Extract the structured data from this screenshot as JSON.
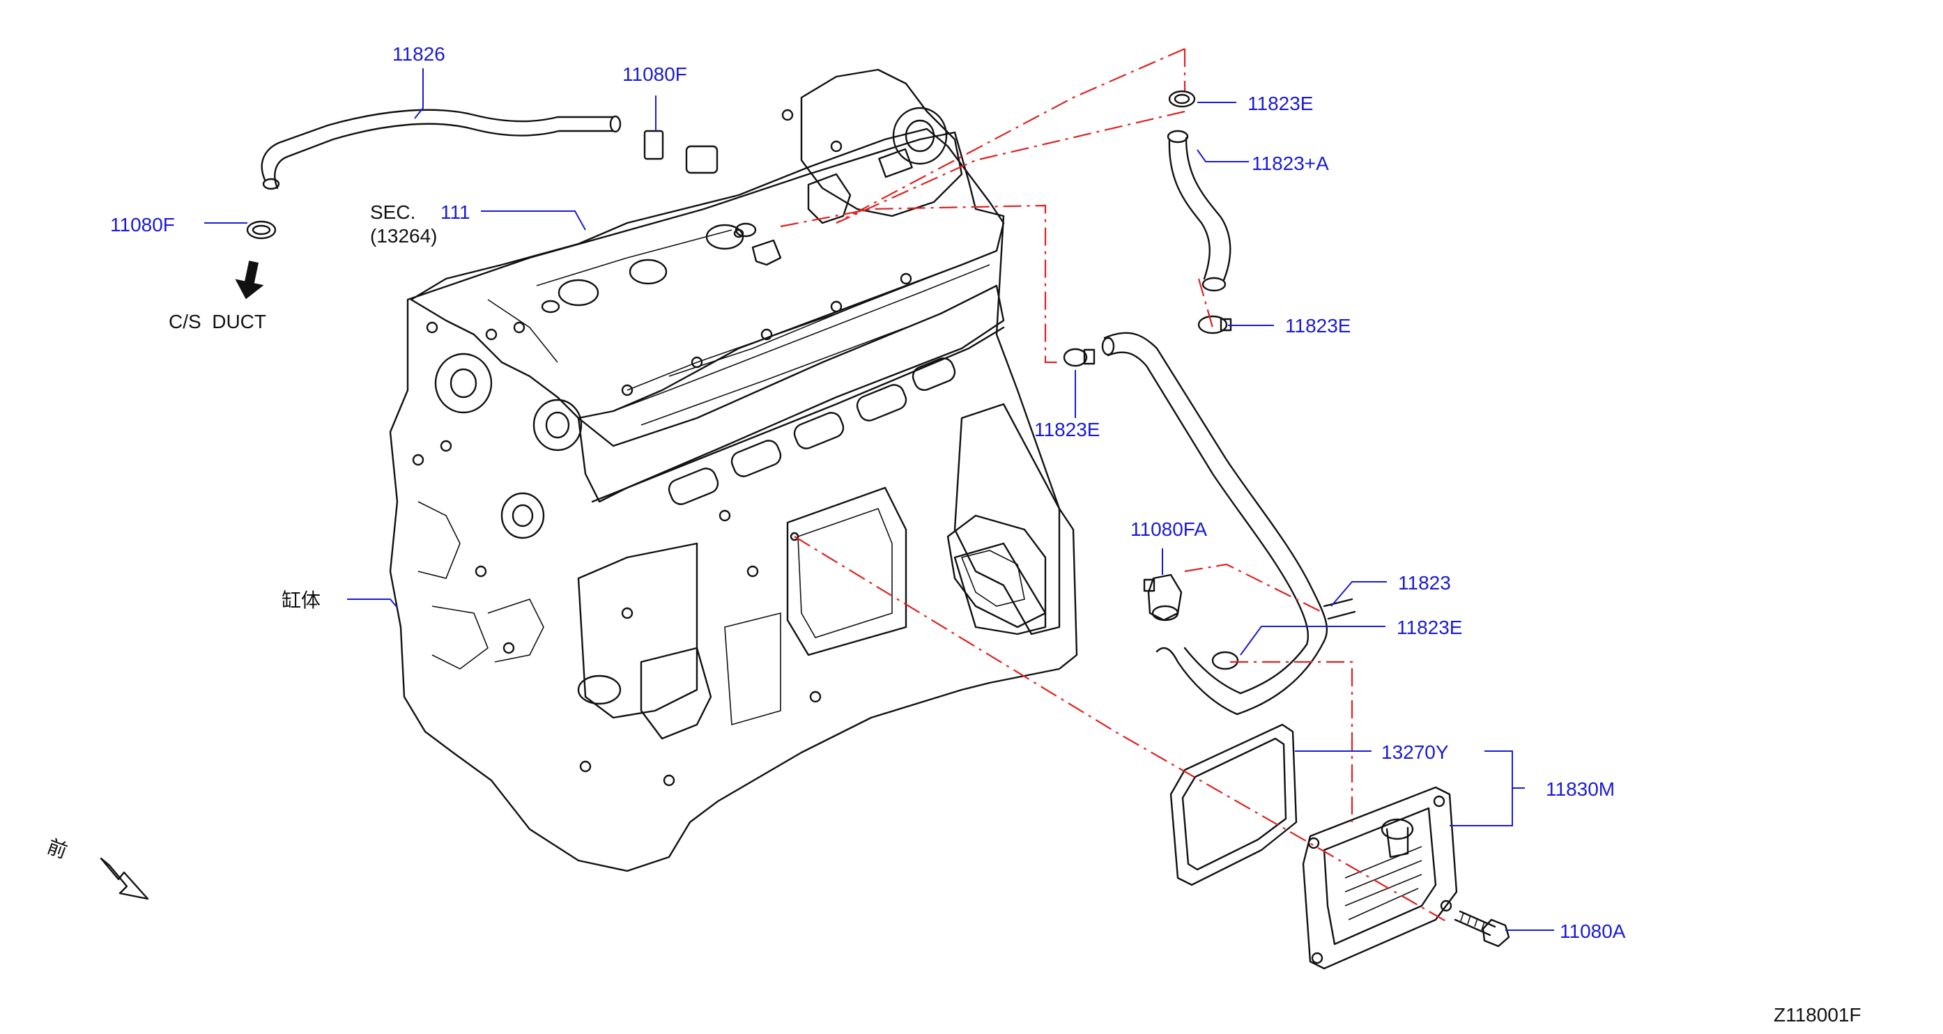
{
  "diagram": {
    "colors": {
      "label": "#1a1ad6",
      "leader": "#1a1ad6",
      "dash": "#e02020",
      "line": "#111111"
    },
    "labels": {
      "p11826": "11826",
      "p11080f_top": "11080F",
      "p11080f_left": "11080F",
      "sec_prefix": "SEC.",
      "sec_number": "111",
      "sec_ref": "(13264)",
      "cs_duct": "C/S  DUCT",
      "p11823e_1": "11823E",
      "p11823a": "11823+A",
      "p11823e_2": "11823E",
      "p11823e_3": "11823E",
      "p11080fa": "11080FA",
      "p11823": "11823",
      "p11823e_4": "11823E",
      "p13270y": "13270Y",
      "p11830m": "11830M",
      "p11080a": "11080A",
      "block": "缸体",
      "front": "前",
      "diagram_id": "Z118001F"
    }
  }
}
